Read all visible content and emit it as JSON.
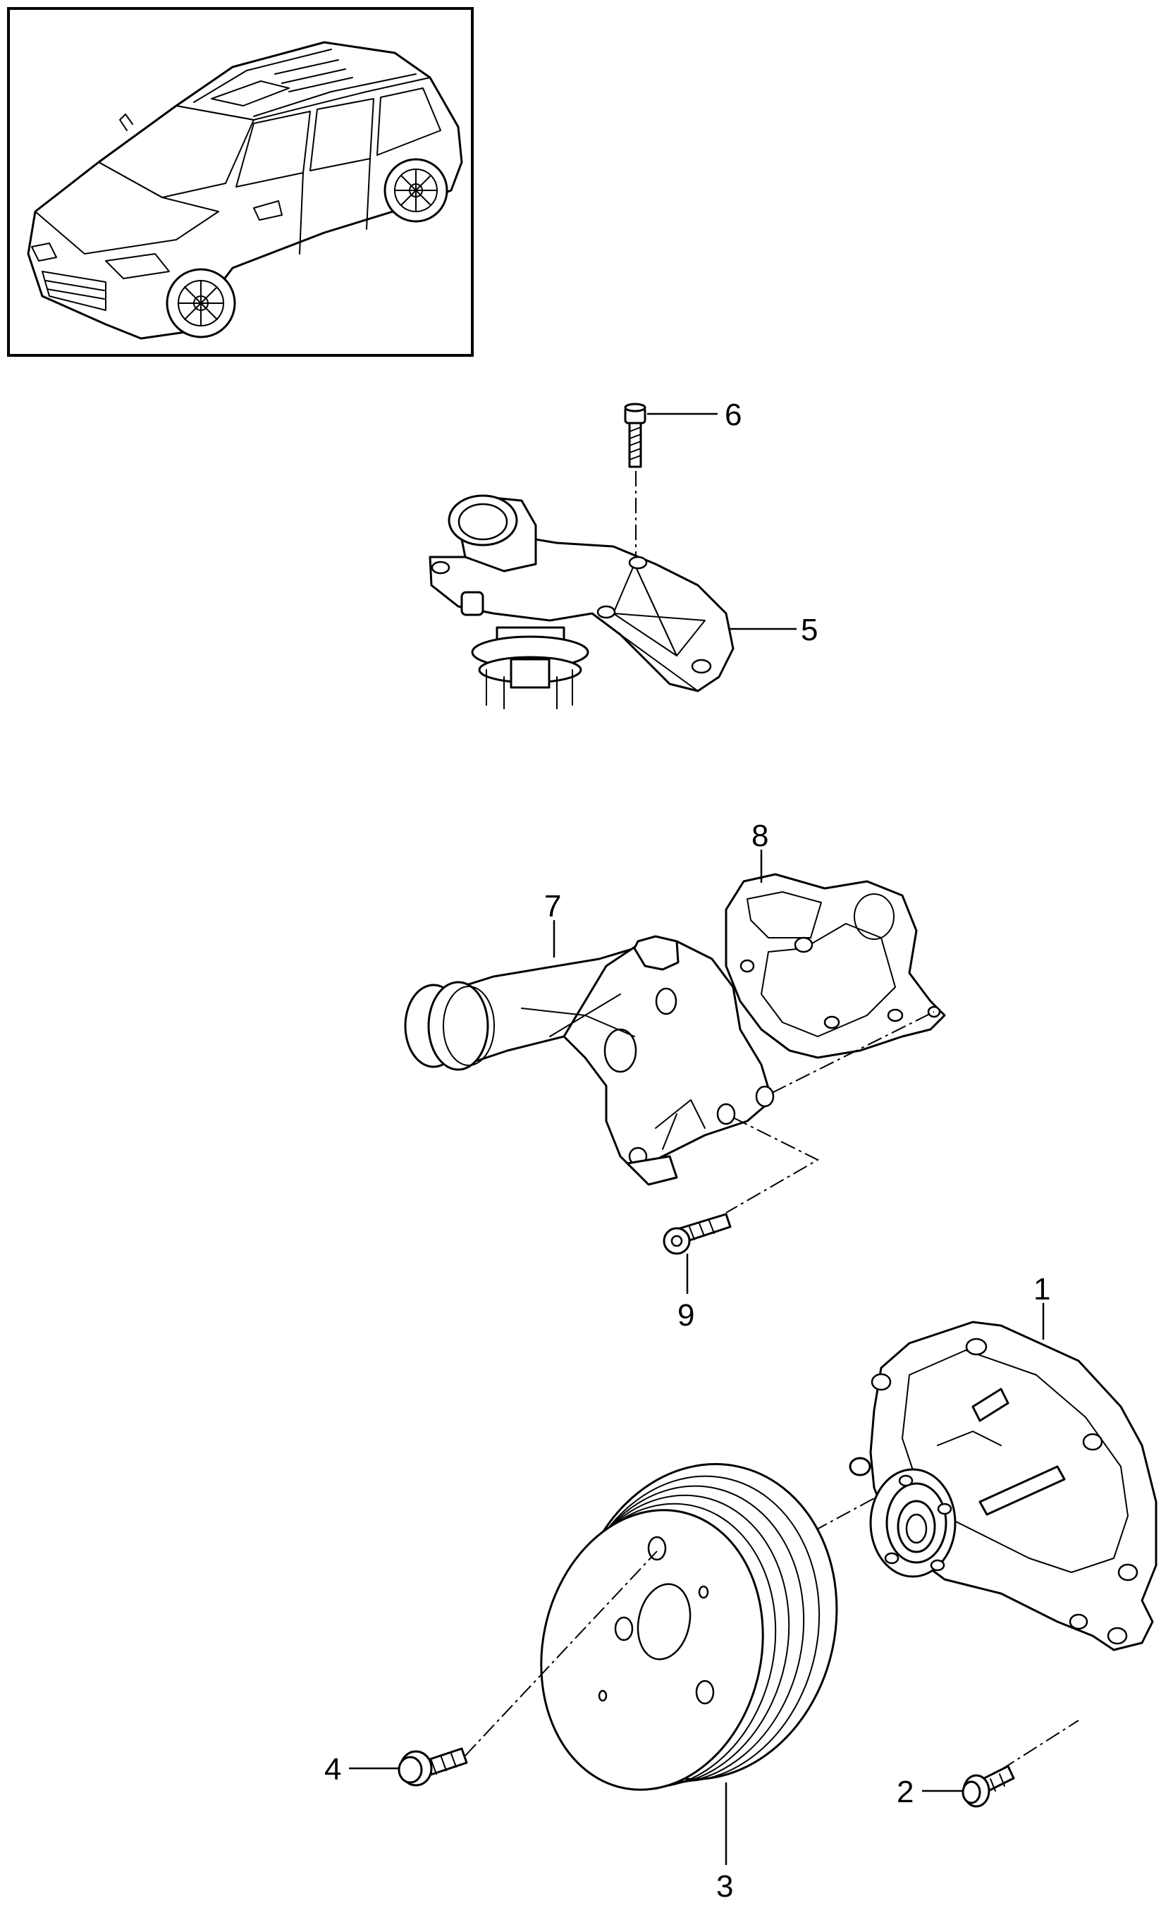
{
  "callouts": {
    "p1": "1",
    "p2": "2",
    "p3": "3",
    "p4": "4",
    "p5": "5",
    "p6": "6",
    "p7": "7",
    "p8": "8",
    "p9": "9"
  },
  "colors": {
    "line": "#000000",
    "background": "#ffffff"
  }
}
